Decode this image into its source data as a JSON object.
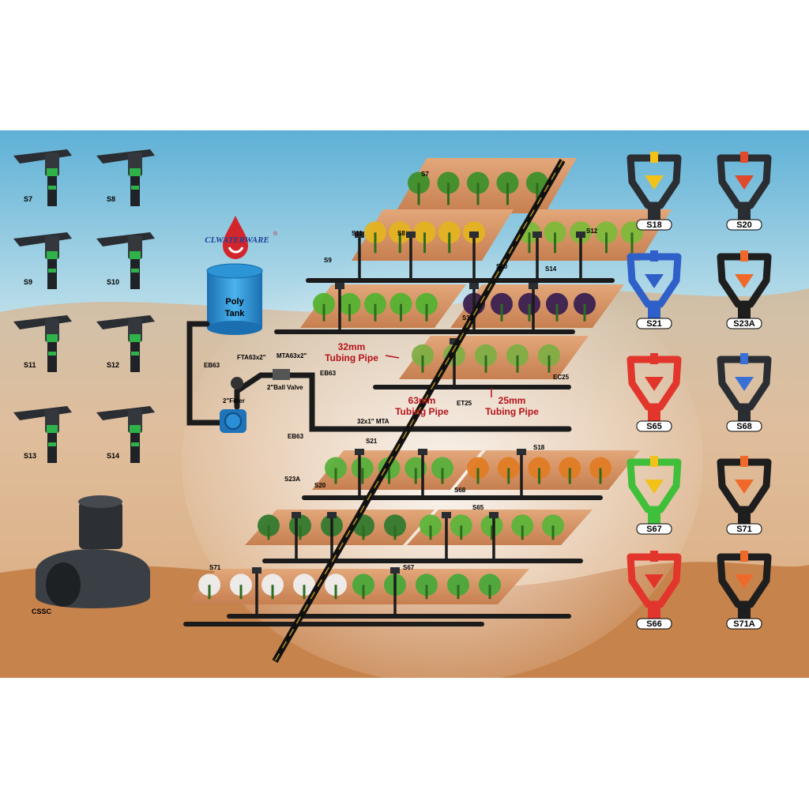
{
  "brand": {
    "name": "CLWATERWARE",
    "registered": "®"
  },
  "tank": {
    "line1": "Poly",
    "line2": "Tank"
  },
  "impact_sprinklers": [
    "S7",
    "S8",
    "S9",
    "S10",
    "S11",
    "S12",
    "S13",
    "S14"
  ],
  "saddle_clamp": "CSSC",
  "micro_sprinklers": [
    "S18",
    "S20",
    "S21",
    "S23A",
    "S65",
    "S68",
    "S67",
    "S71",
    "S66",
    "S71A"
  ],
  "pipe_labels": {
    "p32": [
      "32mm",
      "Tubing Pipe"
    ],
    "p63": [
      "63mm",
      "Tubing Pipe"
    ],
    "p25": [
      "25mm",
      "Tubing Pipe"
    ]
  },
  "fittings": {
    "eb63_a": "EB63",
    "eb63_b": "EB63",
    "eb63_c": "EB63",
    "fta": "FTA63x2\"",
    "mta": "MTA63x2\"",
    "ball_valve": "2\"Ball Valve",
    "filter": "2\"Filter",
    "mta32": "32x1\" MTA",
    "ec25": "EC25",
    "et25": "ET25"
  },
  "field_tags": {
    "s7": "S7",
    "s11": "S11",
    "s8": "S8",
    "s12": "S12",
    "s9": "S9",
    "s10": "S10",
    "s14": "S14",
    "s13": "S13",
    "s21": "S21",
    "s18": "S18",
    "s23a": "S23A",
    "s20": "S20",
    "s68": "S68",
    "s65": "S65",
    "s71": "S71",
    "s67": "S67"
  },
  "colors": {
    "sky": "#6fb7d6",
    "sand": "#d9a473",
    "pipe": "#1b1b1b",
    "accent_red": "#b5121b",
    "tank_blue": "#2a8ccf"
  }
}
